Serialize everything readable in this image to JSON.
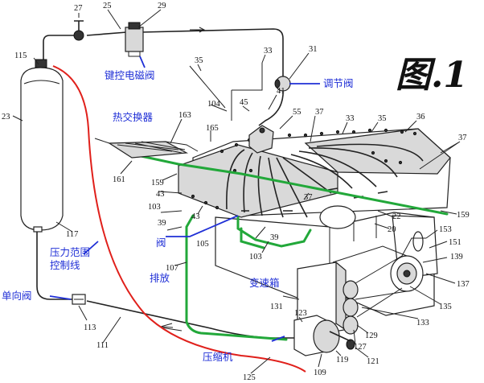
{
  "title": "图.1",
  "colors": {
    "annotation": "#1f2fd6",
    "pressure_line": "#e0201b",
    "exhaust_line": "#22a83a",
    "drawing": "#222222"
  },
  "labels_zh": {
    "keyed_solenoid": "键控电磁阀",
    "regulator": "调节阀",
    "heat_exchanger": "热交换器",
    "valve": "阀",
    "pressure_line_1": "压力范围",
    "pressure_line_2": "控制线",
    "exhaust": "排放",
    "gearbox": "变速箱",
    "check_valve": "单向阀",
    "compressor": "压缩机"
  },
  "refs": [
    "27",
    "25",
    "29",
    "115",
    "23",
    "31",
    "33",
    "35",
    "104",
    "45",
    "41",
    "55",
    "37",
    "33",
    "35",
    "36",
    "37",
    "163",
    "165",
    "161",
    "159",
    "43",
    "103",
    "39",
    "105",
    "43",
    "39",
    "103",
    "37",
    "22",
    "20",
    "153",
    "151",
    "139",
    "137",
    "135",
    "117",
    "107",
    "131",
    "133",
    "129",
    "127",
    "113",
    "111",
    "123",
    "119",
    "121",
    "109",
    "125",
    "159"
  ]
}
